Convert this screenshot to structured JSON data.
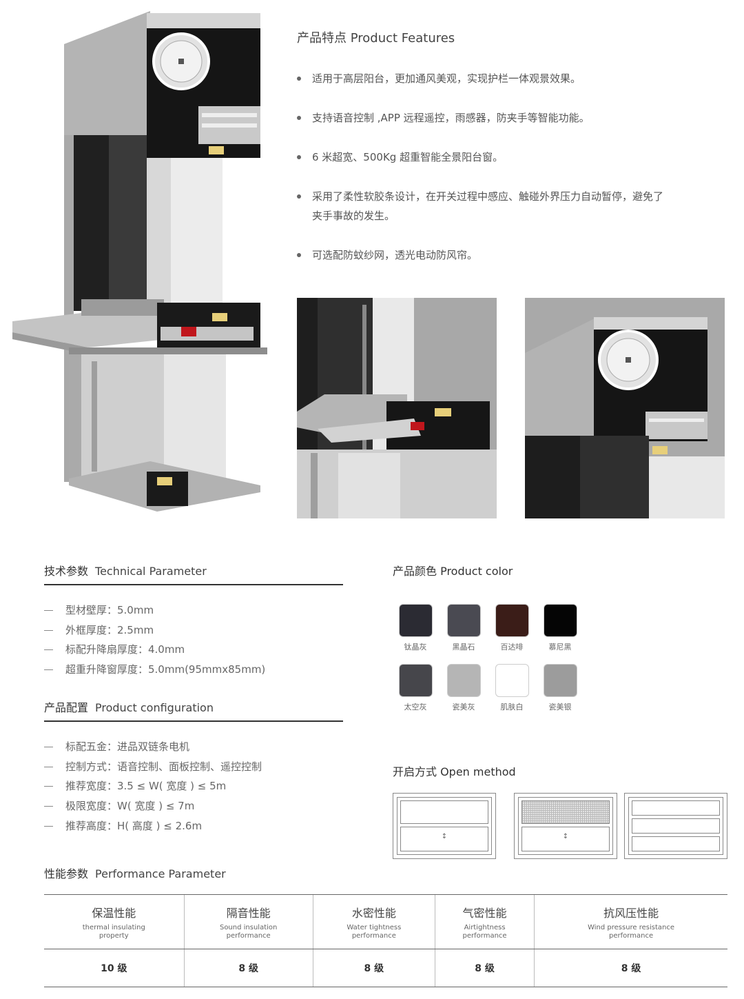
{
  "colors": {
    "profile_gray": "#b9b9b9",
    "profile_dark": "#111111",
    "seal_red": "#c0161c",
    "background_photo": "#a8a8a8"
  },
  "features": {
    "title": "产品特点 Product Features",
    "items": [
      "适用于高层阳台，更加通风美观，实现护栏一体观景效果。",
      "支持语音控制 ,APP 远程遥控，雨感器，防夹手等智能功能。",
      "6 米超宽、500Kg 超重智能全景阳台窗。",
      "采用了柔性软胶条设计，在开关过程中感应、触碰外界压力自动暂停，避免了夹手事故的发生。",
      "可选配防蚊纱网，透光电动防风帘。"
    ]
  },
  "tech": {
    "title_cn": "技术参数",
    "title_en": "Technical Parameter",
    "items": [
      "型材壁厚：5.0mm",
      "外框厚度：2.5mm",
      "标配升降扇厚度：4.0mm",
      "超重升降窗厚度：5.0mm(95mmx85mm)"
    ]
  },
  "config": {
    "title_cn": "产品配置",
    "title_en": "Product configuration",
    "items": [
      "标配五金：进品双链条电机",
      "控制方式：语音控制、面板控制、遥控控制",
      "推荐宽度：3.5 ≤ W( 宽度 ) ≤ 5m",
      "极限宽度：W( 宽度 ) ≤ 7m",
      "推荐高度：H( 高度 ) ≤ 2.6m"
    ]
  },
  "product_color": {
    "title": "产品颜色 Product color",
    "swatches": [
      {
        "name": "钛晶灰",
        "hex": "#2b2b33"
      },
      {
        "name": "黑晶石",
        "hex": "#4a4a52"
      },
      {
        "name": "百达啡",
        "hex": "#3b1d18"
      },
      {
        "name": "慕尼黑",
        "hex": "#050505"
      },
      {
        "name": "太空灰",
        "hex": "#46464b"
      },
      {
        "name": "瓷美灰",
        "hex": "#b5b5b5"
      },
      {
        "name": "肌肤白",
        "hex": "#ffffff"
      },
      {
        "name": "瓷美银",
        "hex": "#9c9c9c"
      }
    ]
  },
  "open_method": {
    "title": "开启方式 Open method",
    "arrow": "↕"
  },
  "performance": {
    "title_cn": "性能参数",
    "title_en": "Performance Parameter",
    "columns": [
      {
        "cn": "保温性能",
        "en1": "thermal insulating",
        "en2": "property",
        "value": "10 级"
      },
      {
        "cn": "隔音性能",
        "en1": "Sound insulation",
        "en2": "performance",
        "value": "8 级"
      },
      {
        "cn": "水密性能",
        "en1": "Water tightness",
        "en2": "performance",
        "value": "8 级"
      },
      {
        "cn": "气密性能",
        "en1": "Airtightness",
        "en2": "performance",
        "value": "8 级"
      },
      {
        "cn": "抗风压性能",
        "en1": "Wind pressure resistance",
        "en2": "performance",
        "value": "8 级"
      }
    ]
  }
}
